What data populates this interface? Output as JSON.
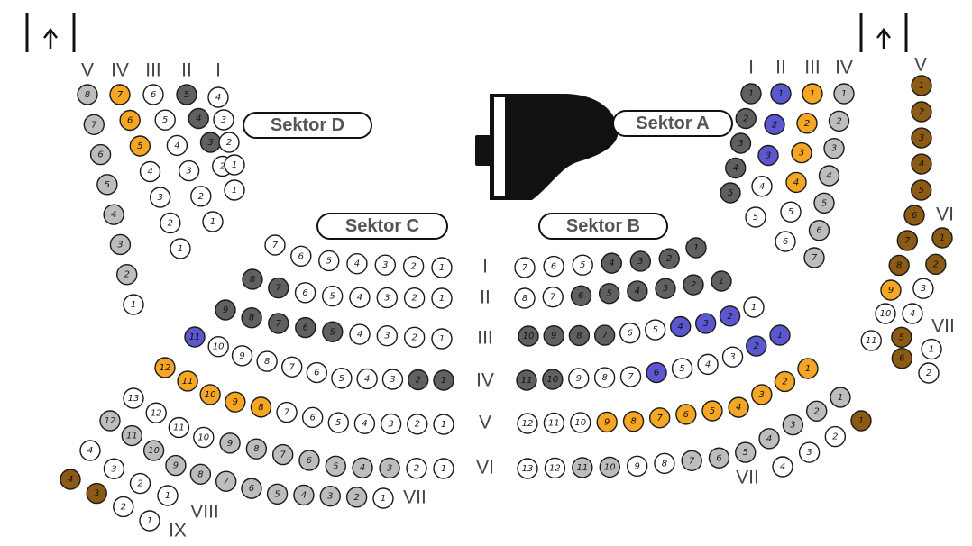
{
  "colors": {
    "white": "#ffffff",
    "dark": "#606060",
    "light": "#bdbdbd",
    "orange": "#f5a623",
    "blue": "#5a57cf",
    "brown": "#8b5a14"
  },
  "sektors": [
    {
      "key": "d",
      "label": "Sektor D"
    },
    {
      "key": "a",
      "label": "Sektor A"
    },
    {
      "key": "c",
      "label": "Sektor C"
    },
    {
      "key": "b",
      "label": "Sektor B"
    }
  ],
  "entrance_icons": [
    "arrow-up-icon",
    "arrow-up-icon"
  ],
  "stage_icon": "grand-piano-icon",
  "row_labels": {
    "d_header": [
      "V",
      "IV",
      "III",
      "II",
      "I"
    ],
    "a_header": [
      "I",
      "II",
      "III",
      "IV"
    ],
    "a_side_top": "V",
    "a_side_mid": "VI",
    "a_side_low": "VII",
    "center": [
      "I",
      "II",
      "III",
      "IV",
      "V",
      "VI"
    ],
    "b_row7": "VII",
    "c_row7": "VII",
    "c_row8": "VIII",
    "c_row9": "IX"
  },
  "seats": {
    "d": [
      {
        "row": "V",
        "n": [
          "8",
          "7",
          "6",
          "5",
          "4",
          "3",
          "2",
          "1"
        ],
        "c": [
          "light",
          "light",
          "light",
          "light",
          "light",
          "light",
          "light",
          "white"
        ]
      },
      {
        "row": "IV",
        "n": [
          "7",
          "6",
          "5",
          "4",
          "3",
          "2",
          "1"
        ],
        "c": [
          "orange",
          "orange",
          "orange",
          "white",
          "white",
          "white",
          "white"
        ]
      },
      {
        "row": "III",
        "n": [
          "6",
          "5",
          "4",
          "3",
          "2",
          "1"
        ],
        "c": [
          "white",
          "white",
          "white",
          "white",
          "white",
          "white"
        ]
      },
      {
        "row": "II",
        "n": [
          "5",
          "4",
          "3",
          "2",
          "1"
        ],
        "c": [
          "dark",
          "dark",
          "dark",
          "white",
          "white"
        ]
      },
      {
        "row": "I",
        "n": [
          "4",
          "3",
          "2",
          "1"
        ],
        "c": [
          "white",
          "white",
          "white",
          "white"
        ]
      }
    ],
    "a": [
      {
        "row": "I",
        "n": [
          "1",
          "2",
          "3",
          "4",
          "5"
        ],
        "c": [
          "dark",
          "dark",
          "dark",
          "dark",
          "dark"
        ]
      },
      {
        "row": "II",
        "n": [
          "1",
          "2",
          "3",
          "4",
          "5"
        ],
        "c": [
          "blue",
          "blue",
          "blue",
          "white",
          "white"
        ]
      },
      {
        "row": "III",
        "n": [
          "1",
          "2",
          "3",
          "4",
          "5",
          "6"
        ],
        "c": [
          "orange",
          "orange",
          "orange",
          "orange",
          "white",
          "white"
        ]
      },
      {
        "row": "IV",
        "n": [
          "1",
          "2",
          "3",
          "4",
          "5",
          "6",
          "7"
        ],
        "c": [
          "light",
          "light",
          "light",
          "light",
          "light",
          "light",
          "light"
        ]
      }
    ],
    "a_side": [
      {
        "row": "V",
        "n": [
          "1",
          "2",
          "3",
          "4",
          "5",
          "6",
          "7",
          "8",
          "9"
        ],
        "c": [
          "brown",
          "brown",
          "brown",
          "brown",
          "brown",
          "brown",
          "brown",
          "brown",
          "orange"
        ]
      },
      {
        "row": "VI",
        "n": [
          "1",
          "2",
          "3",
          "4"
        ],
        "c": [
          "brown",
          "brown",
          "white",
          "white"
        ]
      },
      {
        "row": "VII",
        "n": [
          "10",
          "11",
          "5",
          "6",
          "1",
          "2"
        ],
        "c": [
          "white",
          "white",
          "brown",
          "brown",
          "white",
          "white"
        ]
      }
    ],
    "c": [
      {
        "row": "I",
        "n": [
          "7",
          "6",
          "5",
          "4",
          "3",
          "2",
          "1"
        ],
        "c": [
          "white",
          "white",
          "white",
          "white",
          "white",
          "white",
          "white"
        ]
      },
      {
        "row": "II",
        "n": [
          "8",
          "7",
          "6",
          "5",
          "4",
          "3",
          "2",
          "1"
        ],
        "c": [
          "dark",
          "dark",
          "white",
          "white",
          "white",
          "white",
          "white",
          "white"
        ]
      },
      {
        "row": "III",
        "n": [
          "9",
          "8",
          "7",
          "6",
          "5",
          "4",
          "3",
          "2",
          "1"
        ],
        "c": [
          "dark",
          "dark",
          "dark",
          "dark",
          "dark",
          "white",
          "white",
          "white",
          "white"
        ]
      },
      {
        "row": "IV",
        "n": [
          "11",
          "10",
          "9",
          "8",
          "7",
          "6",
          "5",
          "4",
          "3",
          "2",
          "1"
        ],
        "c": [
          "blue",
          "white",
          "white",
          "white",
          "white",
          "white",
          "white",
          "white",
          "white",
          "dark",
          "dark"
        ]
      },
      {
        "row": "V",
        "n": [
          "12",
          "11",
          "10",
          "9",
          "8",
          "7",
          "6",
          "5",
          "4",
          "3",
          "2",
          "1"
        ],
        "c": [
          "orange",
          "orange",
          "orange",
          "orange",
          "orange",
          "white",
          "white",
          "white",
          "white",
          "white",
          "white",
          "white"
        ]
      },
      {
        "row": "VI",
        "n": [
          "13",
          "12",
          "11",
          "10",
          "9",
          "8",
          "7",
          "6",
          "5",
          "4",
          "3",
          "2",
          "1"
        ],
        "c": [
          "white",
          "white",
          "white",
          "white",
          "light",
          "light",
          "light",
          "light",
          "light",
          "light",
          "light",
          "white",
          "white"
        ]
      },
      {
        "row": "VII",
        "n": [
          "12",
          "11",
          "10",
          "9",
          "8",
          "7",
          "6",
          "5",
          "4",
          "3",
          "2",
          "1"
        ],
        "c": [
          "light",
          "light",
          "light",
          "light",
          "light",
          "light",
          "light",
          "light",
          "light",
          "light",
          "light",
          "white"
        ]
      },
      {
        "row": "VIII",
        "n": [
          "4",
          "3",
          "2",
          "1"
        ],
        "c": [
          "white",
          "white",
          "white",
          "white"
        ]
      },
      {
        "row": "IX",
        "n": [
          "4",
          "3",
          "2",
          "1"
        ],
        "c": [
          "brown",
          "brown",
          "white",
          "white"
        ]
      }
    ],
    "b": [
      {
        "row": "I",
        "n": [
          "7",
          "6",
          "5",
          "4",
          "3",
          "2",
          "1"
        ],
        "c": [
          "white",
          "white",
          "white",
          "dark",
          "dark",
          "dark",
          "dark"
        ]
      },
      {
        "row": "II",
        "n": [
          "8",
          "7",
          "6",
          "5",
          "4",
          "3",
          "2",
          "1"
        ],
        "c": [
          "white",
          "white",
          "dark",
          "dark",
          "dark",
          "dark",
          "dark",
          "dark"
        ]
      },
      {
        "row": "III",
        "n": [
          "10",
          "9",
          "8",
          "7",
          "6",
          "5",
          "4",
          "3",
          "2",
          "1"
        ],
        "c": [
          "dark",
          "dark",
          "dark",
          "dark",
          "white",
          "white",
          "blue",
          "blue",
          "blue",
          "white"
        ]
      },
      {
        "row": "IV",
        "n": [
          "11",
          "10",
          "9",
          "8",
          "7",
          "6",
          "5",
          "4",
          "3",
          "2",
          "1"
        ],
        "c": [
          "dark",
          "dark",
          "white",
          "white",
          "white",
          "blue",
          "white",
          "white",
          "white",
          "blue",
          "blue"
        ]
      },
      {
        "row": "V",
        "n": [
          "12",
          "11",
          "10",
          "9",
          "8",
          "7",
          "6",
          "5",
          "4",
          "3",
          "2",
          "1"
        ],
        "c": [
          "white",
          "white",
          "white",
          "orange",
          "orange",
          "orange",
          "orange",
          "orange",
          "orange",
          "orange",
          "orange",
          "orange"
        ]
      },
      {
        "row": "VI",
        "n": [
          "13",
          "12",
          "11",
          "10",
          "9",
          "8",
          "7",
          "6",
          "5",
          "4",
          "3",
          "2",
          "1"
        ],
        "c": [
          "white",
          "white",
          "light",
          "light",
          "white",
          "white",
          "light",
          "light",
          "light",
          "light",
          "light",
          "light",
          "light"
        ]
      },
      {
        "row": "VII",
        "n": [
          "4",
          "3",
          "2",
          "1"
        ],
        "c": [
          "white",
          "white",
          "white",
          "brown"
        ]
      }
    ]
  }
}
